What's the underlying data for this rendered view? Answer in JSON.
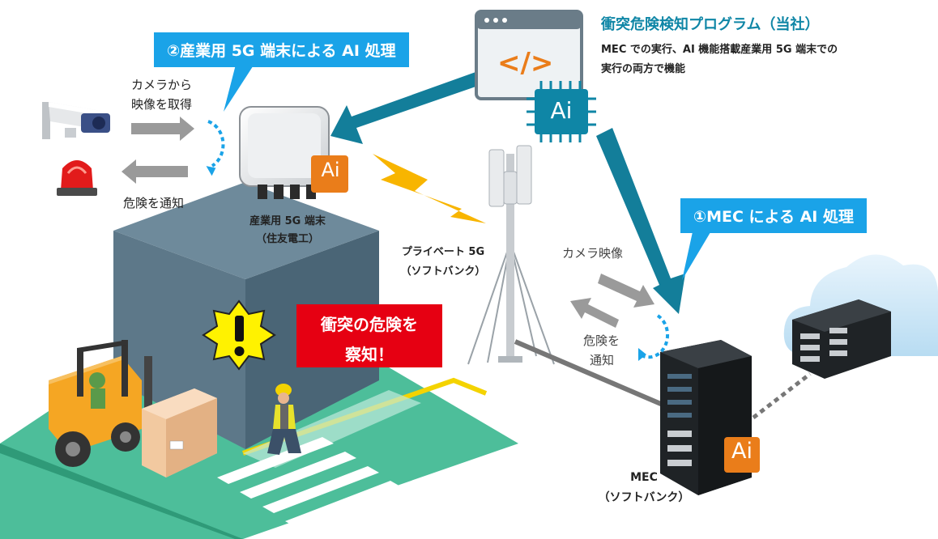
{
  "program": {
    "title": "衝突危険検知プログラム（当社）",
    "desc_line1": "MEC での実行、AI 機能搭載産業用 5G 端末での",
    "desc_line2": "実行の両方で機能"
  },
  "callouts": {
    "terminal": "②産業用 5G 端末による AI 処理",
    "mec": "①MEC による AI 処理"
  },
  "left_flow": {
    "camera_line1": "カメラから",
    "camera_line2": "映像を取得",
    "notify": "危険を通知"
  },
  "terminal": {
    "name_line1": "産業用 5G 端末",
    "name_line2": "（住友電工）"
  },
  "network": {
    "name_line1": "プライベート 5G",
    "name_line2": "（ソフトバンク）"
  },
  "mec_flow": {
    "camera": "カメラ映像",
    "notify_line1": "危険を",
    "notify_line2": "通知"
  },
  "mec": {
    "name_line1": "MEC",
    "name_line2": "（ソフトバンク）"
  },
  "alert": {
    "line1": "衝突の危険を",
    "line2": "察知！"
  },
  "ai_badge": "Ai",
  "code_glyph": "</>",
  "icons": [
    "security-camera-icon",
    "warning-beacon-icon",
    "code-window-icon",
    "ai-chip-icon",
    "cloud-icon",
    "server-icon",
    "warning-icon",
    "lightning-icon"
  ],
  "colors": {
    "callout_blue": "#1aa3e8",
    "arrow_teal": "#137e9a",
    "ai_orange": "#ea7d1a",
    "alert_red": "#e60012",
    "floor_green": "#4dbe9a",
    "warning_yellow": "#fff200",
    "program_title": "#0f86a6"
  }
}
